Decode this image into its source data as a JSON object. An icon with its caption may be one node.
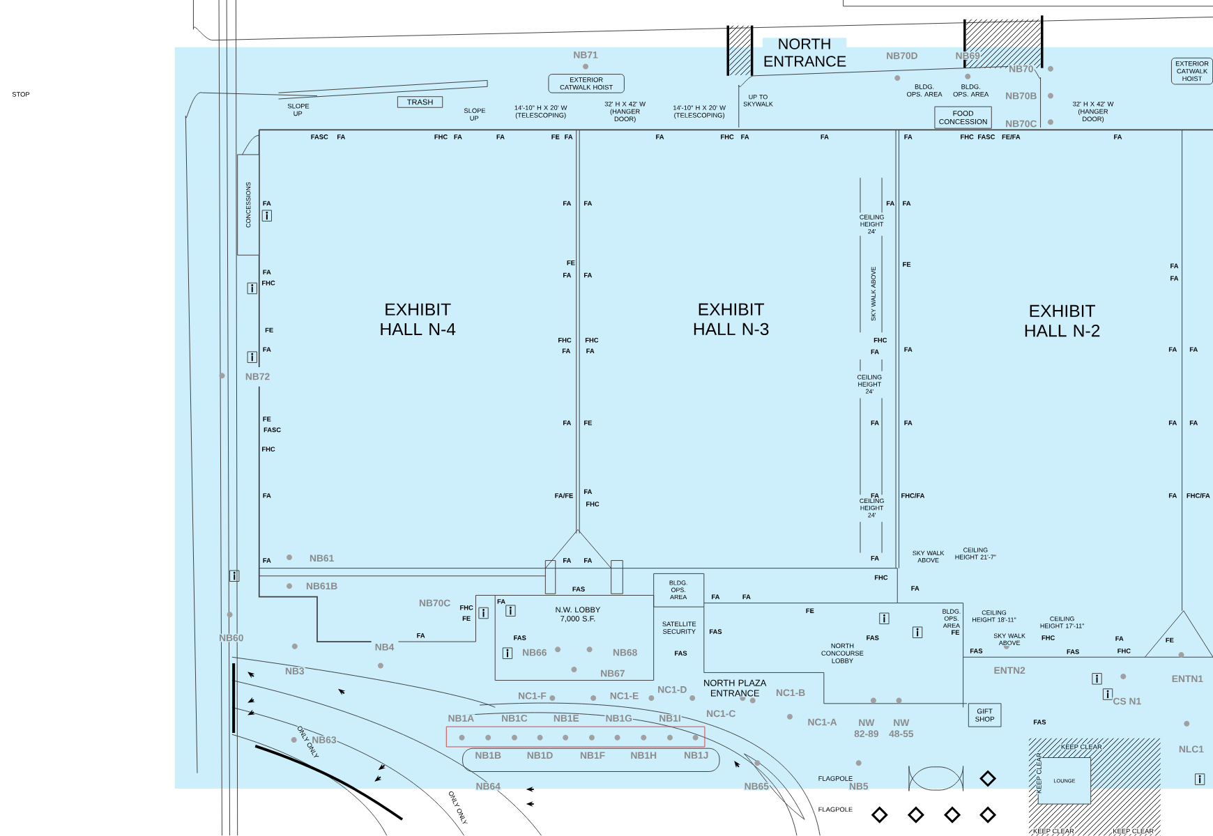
{
  "diagram": {
    "nodes": [
      {
        "text": [
          "TRASH"
        ]
      },
      {
        "text": [
          "FOOD CONCESSION"
        ]
      },
      {
        "text": [
          "GIFT SHOP"
        ]
      },
      {
        "text": [
          "LOUNGE"
        ]
      },
      {
        "text": [
          "EXTERIOR CATWALK HOIST"
        ]
      },
      {
        "text": [
          "EXTERIOR CATWALK HOIST"
        ]
      },
      {
        "text": [
          "CONCESSIONS"
        ]
      }
    ],
    "labels": [
      "EXHIBIT HALL N-4",
      "EXHIBIT HALL N-3",
      "EXHIBIT HALL N-2",
      "NORTH ENTRANCE",
      "NB71",
      "NB70D",
      "NB69",
      "NB70",
      "NB70B",
      "NB70C",
      "NB72",
      "NB61",
      "NB61B",
      "NB70C",
      "NB60",
      "NB4",
      "NB3",
      "NB66",
      "NB68",
      "NB67",
      "NC1-F",
      "NC1-E",
      "NC1-D",
      "NC1-B",
      "NC1-C",
      "NC1-A",
      "NB1A",
      "NB1C",
      "NB1E",
      "NB1G",
      "NB1I",
      "NB63",
      "NB1B",
      "NB1D",
      "NB1F",
      "NB1H",
      "NB1J",
      "NB64",
      "NB65",
      "NB5",
      "NW 82-89",
      "NW 48-55",
      "ENTN2",
      "ENTN1",
      "CS N1",
      "NLC1",
      "NORTH PLAZA ENTRANCE",
      "SKY WALK ABOVE",
      "CEILING HEIGHT 24'",
      "CEILING HEIGHT 24'",
      "CEILING HEIGHT 24'",
      "SKY WALK ABOVE",
      "CEILING HEIGHT 21'-7\"",
      "CEILING HEIGHT 18'-11\"",
      "SKY WALK ABOVE",
      "CEILING HEIGHT 17'-11\"",
      "N.W. LOBBY 7,000 S.F.",
      "BLDG. OPS. AREA",
      "BLDG. OPS. AREA",
      "BLDG. OPS. AREA",
      "BLDG. OPS. AREA",
      "NORTH CONCOURSE LOBBY",
      "SATELLITE SECURITY",
      "UP TO SKYWALK",
      "14'-10\" H X 20' W (TELESCOPING)",
      "32' H X 42' W (HANGER DOOR)",
      "14'-10\" H X 20' W (TELESCOPING)",
      "32' H X 42' W (HANGER DOOR)",
      "SLOPE UP",
      "SLOPE UP",
      "ONLY ONLY",
      "ONLY ONLY",
      "FLAGPOLE",
      "FLAGPOLE",
      "KEEP CLEAR",
      "KEEP CLEAR",
      "KEEP CLEAR",
      "KEEP CLEAR",
      "STOP",
      "FA",
      "FA",
      "FE",
      "FA",
      "FA",
      "FHC",
      "FA",
      "FHC",
      "FA",
      "FA",
      "FE",
      "FA/FE",
      "FA",
      "FHC",
      "FA",
      "FA",
      "FA",
      "FA",
      "FE",
      "FHC",
      "FA",
      "FA",
      "FA",
      "FA",
      "FA",
      "FHC/FA",
      "FA",
      "FHC",
      "FA",
      "FA",
      "FA",
      "FA",
      "FA",
      "FA",
      "FA",
      "FHC/FA",
      "FASC",
      "FA",
      "FHC",
      "FA",
      "FA",
      "FE",
      "FA",
      "FA",
      "FHC",
      "FA",
      "FA",
      "FA",
      "FHC",
      "FASC",
      "FE/FA",
      "FA",
      "FA",
      "FA",
      "FHC",
      "FE",
      "FA",
      "FE",
      "FASC",
      "FHC",
      "FA",
      "FA",
      "FA",
      "FHC",
      "FE",
      "FAS",
      "FAS",
      "FA",
      "FA",
      "FA",
      "FAS",
      "FAS",
      "FE",
      "FAS",
      "FE",
      "FAS",
      "FA",
      "FHC",
      "FA",
      "FHC",
      "FE",
      "FAS",
      "FAS"
    ]
  }
}
